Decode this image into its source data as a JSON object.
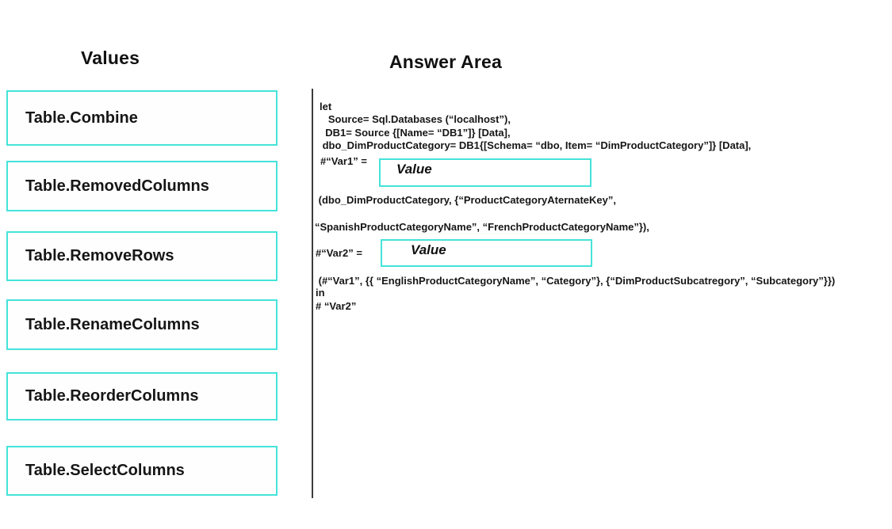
{
  "values_panel": {
    "title": "Values",
    "items": [
      {
        "label": "Table.Combine"
      },
      {
        "label": "Table.RemovedColumns"
      },
      {
        "label": "Table.RemoveRows"
      },
      {
        "label": "Table.RenameColumns"
      },
      {
        "label": "Table.ReorderColumns"
      },
      {
        "label": "Table.SelectColumns"
      }
    ]
  },
  "answer_area": {
    "title": "Answer Area",
    "code_lines": [
      "let",
      "   Source= Sql.Databases (“localhost”),",
      "  DB1= Source {[Name= “DB1”]} [Data],",
      " dbo_DimProductCategory= DB1{[Schema= “dbo, Item= “DimProductCategory”]} [Data],",
      "#“Var1” =",
      " (dbo_DimProductCategory, {“ProductCategoryAternateKey”,",
      "“SpanishProductCategoryName”, “FrenchProductCategoryName”}),",
      "#“Var2” =",
      " (#“Var1”, {{ “EnglishProductCategoryName”, “Category”}, {“DimProductSubcatregory”, “Subcategory”}})",
      "in",
      "# “Var2”"
    ],
    "drop_targets": [
      {
        "value": "Value"
      },
      {
        "value": "Value"
      }
    ]
  },
  "colors": {
    "box_border": "#45e3da",
    "divider": "#3c3c3c",
    "text": "#111111"
  }
}
